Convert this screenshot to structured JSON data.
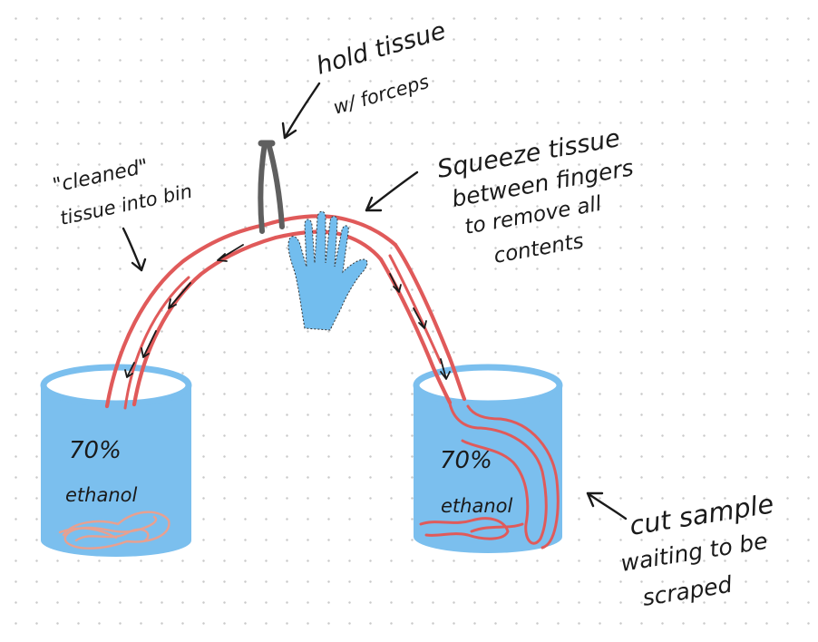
{
  "annotations": {
    "forceps_label": [
      "hold tissue",
      "w/ forceps"
    ],
    "cleaned_label": [
      "\"cleaned\"",
      "tissue into bin"
    ],
    "squeeze_label": [
      "Squeeze tissue",
      "between fingers",
      "to remove all",
      "contents"
    ],
    "cut_label": [
      "cut sample",
      "waiting to be",
      "scraped"
    ]
  },
  "containers": {
    "left": {
      "line1": "70%",
      "line2": "ethanol"
    },
    "right": {
      "line1": "70%",
      "line2": "ethanol"
    }
  },
  "colors": {
    "liquid": "#7bbfee",
    "tissue": "#e05a5a",
    "tissue_cleaned": "#e8a090",
    "hand": "#72bdee",
    "forceps": "#5f5f5f",
    "ink": "#1a1a1a"
  },
  "icons": [
    "forceps-icon",
    "hand-icon"
  ]
}
